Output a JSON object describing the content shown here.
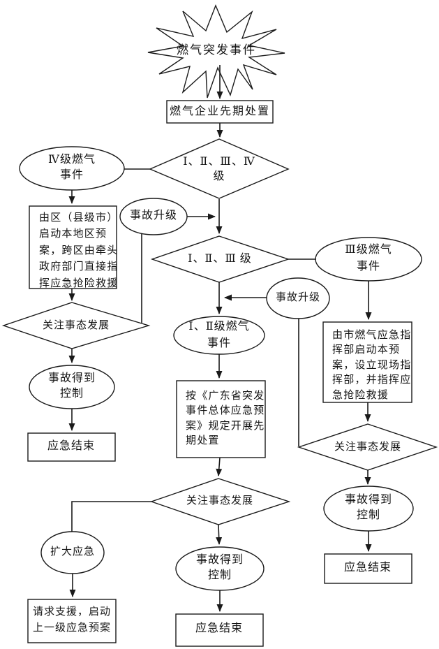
{
  "nodes": {
    "start": "燃气突发事件",
    "initial": "燃气企业先期处置",
    "levels_all": "Ⅰ、Ⅱ、Ⅲ、Ⅳ\n级",
    "level4": "Ⅳ级燃气\n事件",
    "district": "由区（县级市）\n启动本地区预\n案，跨区由牵头\n政府部门直接指\n挥应急抢险救援",
    "watch_left": "关注事态发展",
    "controlled_left": "事故得到\n控制",
    "end_left": "应急结束",
    "upgrade1": "事故升级",
    "levels_123": "Ⅰ、Ⅱ、Ⅲ 级",
    "level3": "Ⅲ级燃气\n事件",
    "upgrade2": "事故升级",
    "level12": "Ⅰ、Ⅱ级燃气\n事件",
    "city": "由市燃气应急指\n挥部启动本预\n案，设立现场指\n挥部，并指挥应\n急抢险救援",
    "province": "按《广东省突发\n事件总体应急预\n案》规定开展先\n期处置",
    "watch_right": "关注事态发展",
    "controlled_right": "事故得到\n控制",
    "end_right": "应急结束",
    "watch_mid": "关注事态发展",
    "expand": "扩大应急",
    "support": "请求支援，启动\n上一级应急预案",
    "controlled_mid": "事故得到\n控制",
    "end_mid": "应急结束"
  },
  "colors": {
    "line": "#1a1a1a",
    "background": "#ffffff"
  }
}
